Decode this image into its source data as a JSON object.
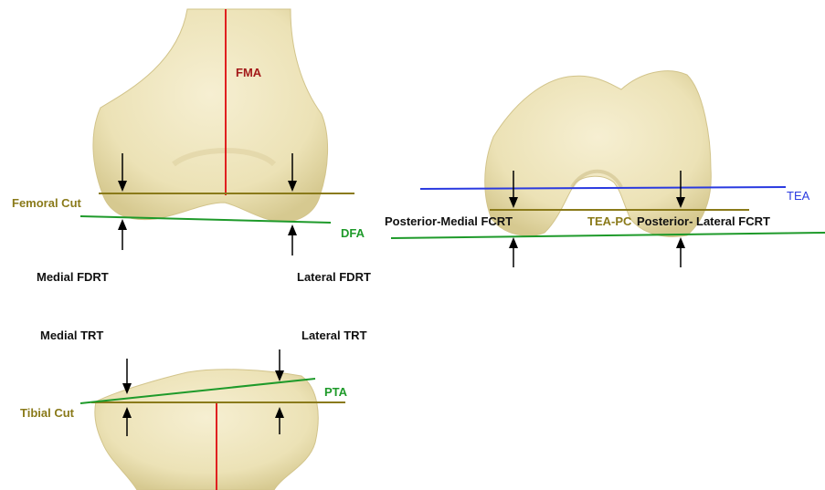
{
  "labels": {
    "fma": "FMA",
    "femoral_cut": "Femoral Cut",
    "dfa": "DFA",
    "medial_fdrt": "Medial FDRT",
    "lateral_fdrt": "Lateral FDRT",
    "tea": "TEA",
    "posterior_medial_fcrt": "Posterior-Medial  FCRT",
    "tea_pc": "TEA-PC",
    "posterior_lateral_fcrt": "Posterior- Lateral FCRT",
    "medial_trt": "Medial TRT",
    "lateral_trt": "Lateral TRT",
    "tibial_cut": "Tibial Cut",
    "pta": "PTA"
  },
  "colors": {
    "bone": "#efe6bf",
    "bone_shadow": "#d8cb97",
    "axis_red": "#e02020",
    "cut_olive": "#8a7a1a",
    "joint_green": "#1e9a2a",
    "tea_blue": "#2a3ae0"
  }
}
